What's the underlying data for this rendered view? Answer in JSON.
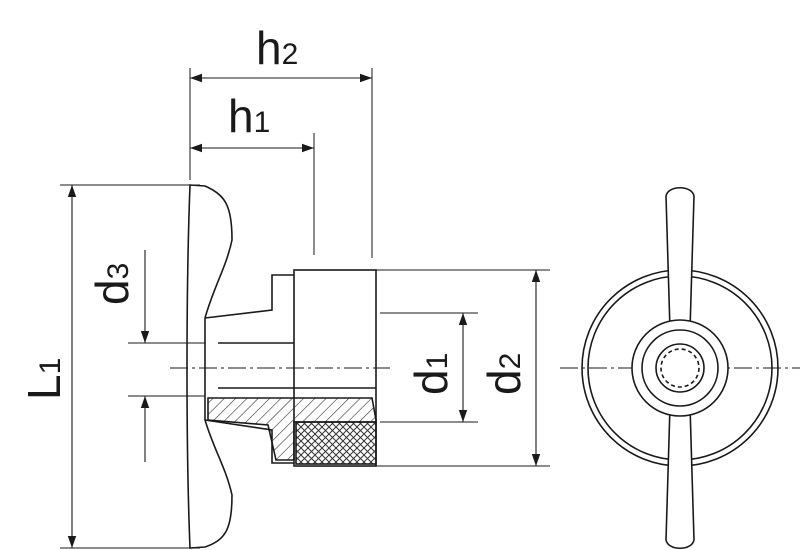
{
  "labels": {
    "h2": {
      "main": "h",
      "sub": "2"
    },
    "h1": {
      "main": "h",
      "sub": "1"
    },
    "d3": {
      "main": "d",
      "sub": "3"
    },
    "L1": {
      "main": "L",
      "sub": "1"
    },
    "d1": {
      "main": "d",
      "sub": "1"
    },
    "d2": {
      "main": "d",
      "sub": "2"
    }
  },
  "colors": {
    "line": "#1a1a1a",
    "hatch": "#333333",
    "background": "#ffffff"
  }
}
